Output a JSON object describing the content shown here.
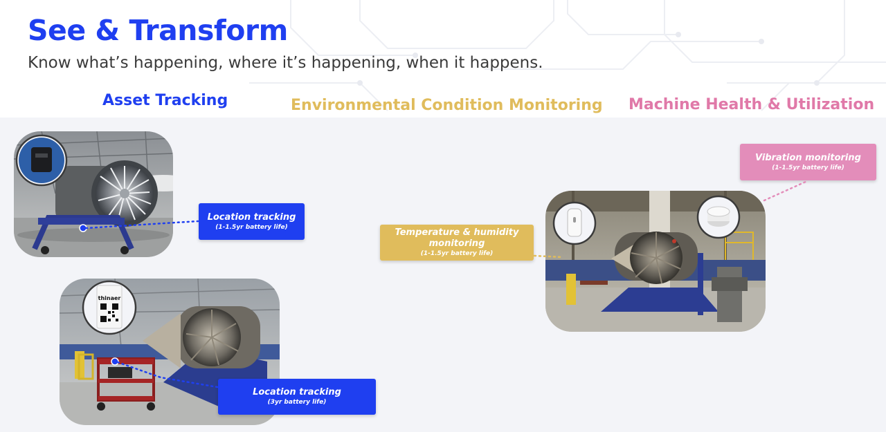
{
  "header": {
    "title": "See & Transform",
    "subtitle": "Know what’s happening, where it’s happening, when it happens."
  },
  "columns": {
    "asset_tracking": "Asset Tracking",
    "environmental": "Environmental Condition Monitoring",
    "machine_health": "Machine Health & Utilization"
  },
  "callouts": {
    "engine_location": {
      "main": "Location tracking",
      "sub": "(1-1.5yr battery life)"
    },
    "cart_location": {
      "main": "Location tracking",
      "sub": "(3yr battery life)"
    },
    "temperature": {
      "main": "Temperature & humidity monitoring",
      "sub": "(1-1.5yr battery life)"
    },
    "vibration": {
      "main": "Vibration monitoring",
      "sub": "(1-1.5yr battery life)"
    }
  },
  "tag_brand": "thinaer",
  "colors": {
    "blue": "#1f3ff0",
    "yellow": "#e0bc5c",
    "pink": "#e079a8",
    "panel": "#f3f4f8"
  },
  "icons": {
    "sensor_badge": "sensor-badge-icon",
    "qr_tag": "qr-tag-icon",
    "temp_sensor": "temperature-sensor-icon",
    "vibration_sensor": "vibration-sensor-icon"
  }
}
